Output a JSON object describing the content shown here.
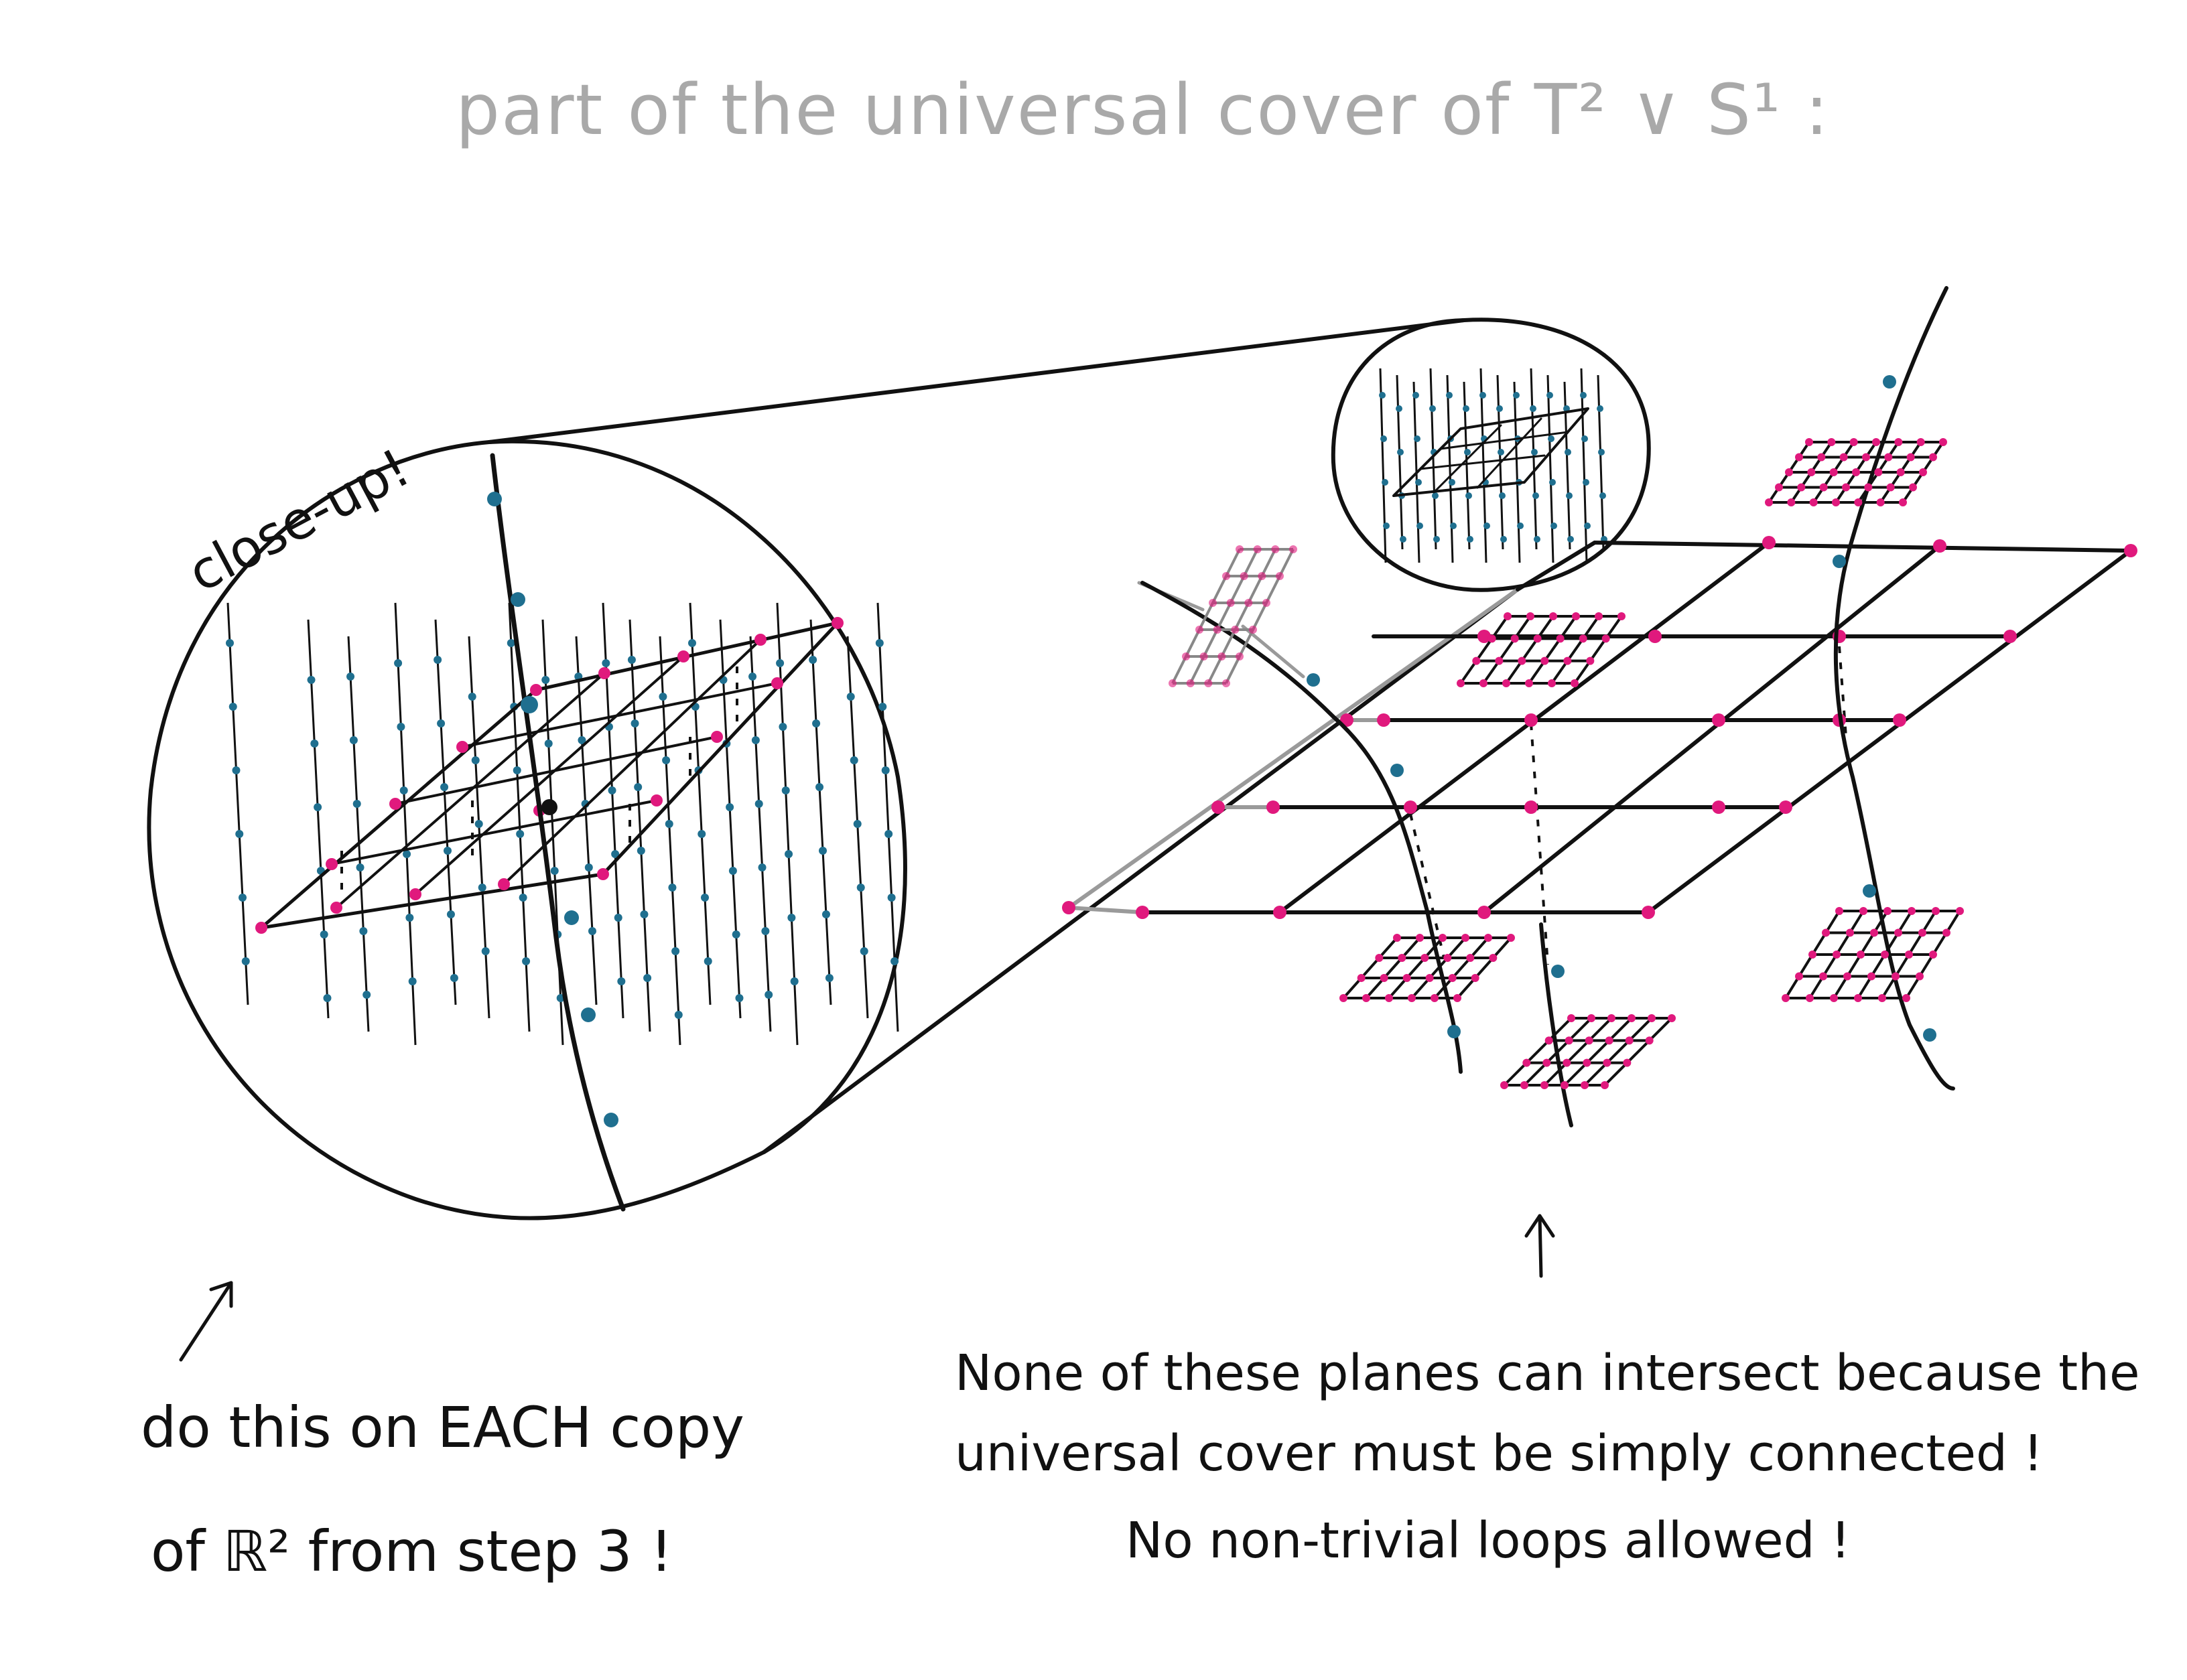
{
  "title": "part of the universal cover of T² ∨ S¹ :",
  "closeup_label": "close-up!",
  "left_note": {
    "line1": "do this on EACH copy",
    "line2": "of ℝ² from step 3 !"
  },
  "right_note": {
    "line1": "None of these planes can intersect because the",
    "line2": "universal cover must be simply connected !",
    "line3": "No non-trivial loops allowed !"
  },
  "colors": {
    "ink": "#111111",
    "title_grey": "#a9a9a9",
    "magenta_dot": "#e0197d",
    "teal_dot": "#1f6f8f",
    "grey_line": "#9a9a9a"
  }
}
